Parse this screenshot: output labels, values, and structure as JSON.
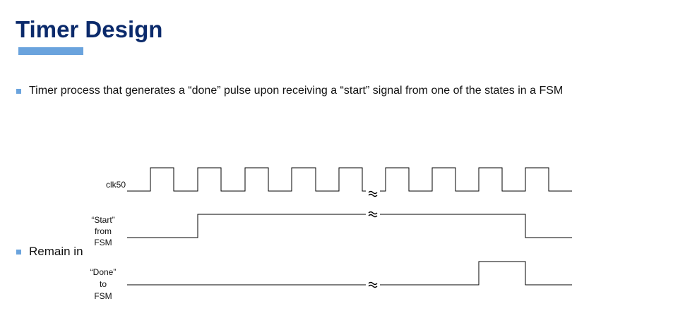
{
  "slide": {
    "title": "Timer Design"
  },
  "bullets": [
    {
      "text": "Timer process that generates a “done” pulse upon receiving a “start” signal from one of the states in a FSM"
    },
    {
      "text": "Remain in"
    }
  ],
  "diagram": {
    "signals": [
      {
        "name": "clk50",
        "label_lines": [
          "clk50"
        ]
      },
      {
        "name": "start",
        "label_lines": [
          "“Start”",
          "from",
          "FSM"
        ]
      },
      {
        "name": "done",
        "label_lines": [
          "“Done”",
          "to",
          "FSM"
        ]
      }
    ],
    "break_symbol": "≈",
    "colors": {
      "title": "#0b2a6b",
      "accent": "#6aa3dd",
      "waveform": "#000000"
    }
  }
}
